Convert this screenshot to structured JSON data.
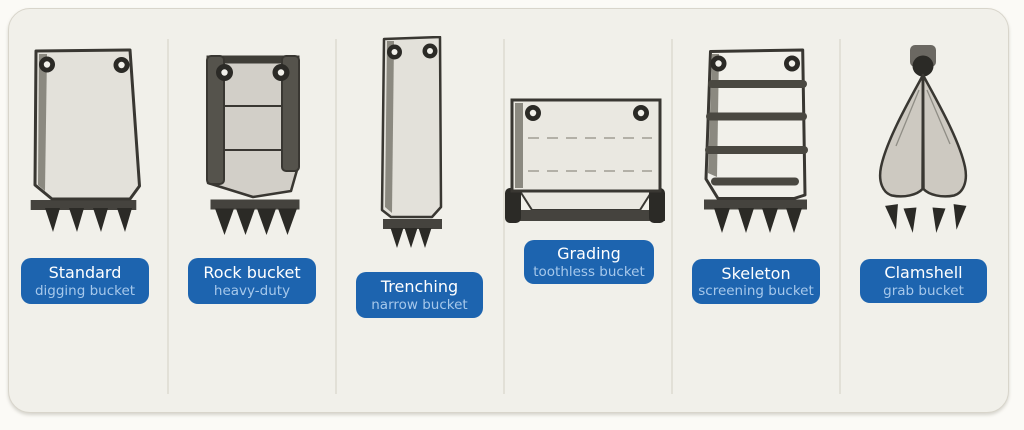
{
  "page_title": "Excavator bucket types diagram",
  "palette": {
    "page_background": "#fbfaf6",
    "card_background": "#f1f0ea",
    "card_border": "#d8d5cb",
    "label_background": "#1d64af",
    "label_title_color": "#ffffff",
    "label_subtitle_color": "#a6c8eb",
    "outline_dark": "#393732",
    "teeth_dark": "#2b2a26",
    "cutting_edge_gray": "#45433e",
    "side_strip_gray": "#8b8980",
    "rail_gray": "#55534c",
    "bucket_fill_light": "#e3e1da",
    "bucket_fill_mid": "#d2cfc8",
    "grading_fill": "#eae8e1",
    "clamshell_fill": "#cdc9c1"
  },
  "buckets": [
    {
      "id": "standard",
      "title": "Standard",
      "subtitle": "digging bucket",
      "icon": "standard-digging-bucket-icon",
      "teeth_count": 4
    },
    {
      "id": "rock",
      "title": "Rock bucket",
      "subtitle": "heavy-duty",
      "icon": "rock-bucket-icon",
      "teeth_count": 4
    },
    {
      "id": "trenching",
      "title": "Trenching",
      "subtitle": "narrow bucket",
      "icon": "trenching-bucket-icon",
      "teeth_count": 3
    },
    {
      "id": "grading",
      "title": "Grading",
      "subtitle": "toothless bucket",
      "icon": "grading-bucket-icon",
      "teeth_count": 0
    },
    {
      "id": "skeleton",
      "title": "Skeleton",
      "subtitle": "screening bucket",
      "icon": "skeleton-bucket-icon",
      "teeth_count": 4
    },
    {
      "id": "clamshell",
      "title": "Clamshell",
      "subtitle": "grab bucket",
      "icon": "clamshell-bucket-icon",
      "teeth_count": 4
    }
  ]
}
